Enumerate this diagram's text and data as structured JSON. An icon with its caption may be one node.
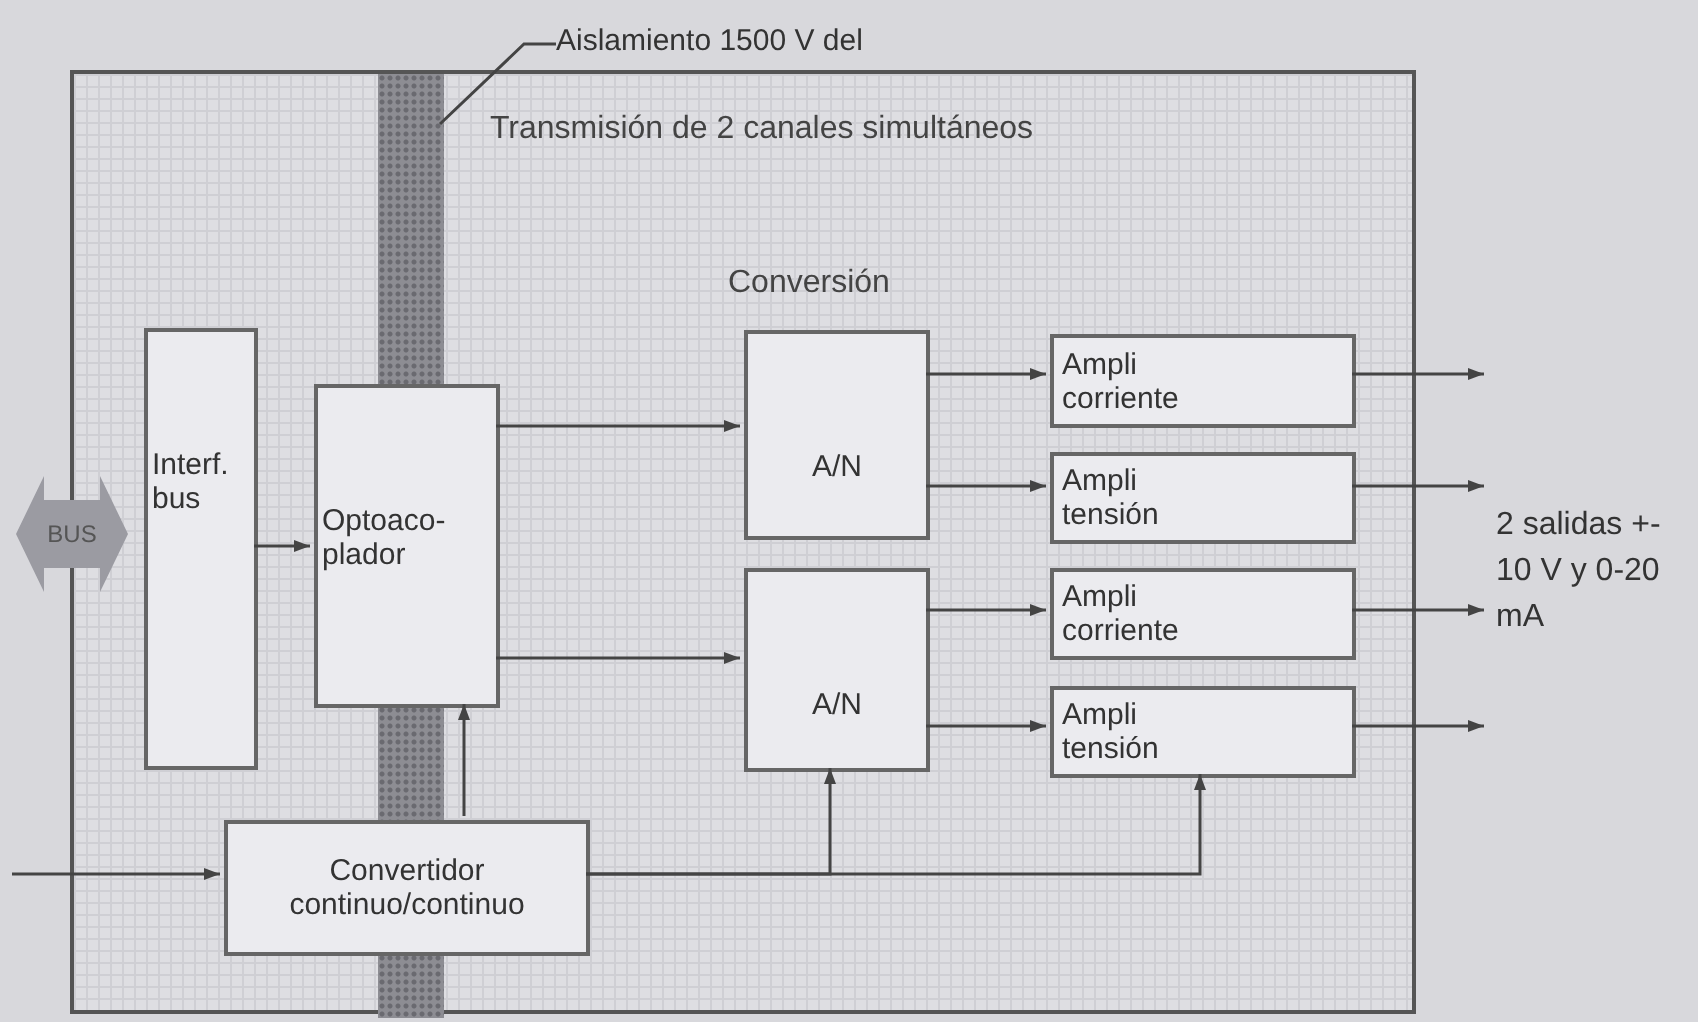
{
  "diagram": {
    "nodes": [
      {
        "text": [
          "Transmisión de 2 canales simultáneos"
        ]
      },
      {
        "text": [
          "BUS"
        ]
      },
      {
        "text": [
          "Interf. bus"
        ],
        "in": 0
      },
      {
        "text": [
          "Optoaco-plador"
        ],
        "in": 0
      },
      {
        "text": [
          "A/N"
        ],
        "in": 0
      },
      {
        "text": [
          "A/N"
        ],
        "in": 0
      },
      {
        "text": [
          "Ampli corriente"
        ],
        "in": 0
      },
      {
        "text": [
          "Ampli tensión"
        ],
        "in": 0
      },
      {
        "text": [
          "Ampli corriente"
        ],
        "in": 0
      },
      {
        "text": [
          "Ampli tensión"
        ],
        "in": 0
      },
      {
        "text": [
          "Convertidor continuo/continuo"
        ],
        "in": 0
      },
      {
        "text": [
          "Aislamiento 1500 V del"
        ]
      },
      {
        "text": [],
        "shape": "bar",
        "in": 0
      },
      {
        "text": [
          "2 salidas +- 10 V y 0-20 mA"
        ]
      }
    ],
    "edges": [
      {
        "from": 11,
        "to": 12,
        "arrow": "none"
      },
      {
        "from": 2,
        "to": 3,
        "arrow": "to"
      },
      {
        "from": 3,
        "to": 4,
        "arrow": "to"
      },
      {
        "from": 3,
        "to": 5,
        "arrow": "to"
      },
      {
        "from": 4,
        "to": 6,
        "arrow": "to"
      },
      {
        "from": 4,
        "to": 7,
        "arrow": "to"
      },
      {
        "from": 5,
        "to": 8,
        "arrow": "to"
      },
      {
        "from": 5,
        "to": 9,
        "arrow": "to"
      },
      {
        "from": 6,
        "to": 13,
        "arrow": "to"
      },
      {
        "from": 7,
        "to": 13,
        "arrow": "to"
      },
      {
        "from": 8,
        "to": 13,
        "arrow": "to"
      },
      {
        "from": 9,
        "to": 13,
        "arrow": "to"
      },
      {
        "from": null,
        "to": 10,
        "arrow": "to"
      },
      {
        "from": 10,
        "to": 3,
        "arrow": "to"
      },
      {
        "from": 10,
        "to": 5,
        "arrow": "to"
      },
      {
        "from": 10,
        "to": 9,
        "arrow": "to"
      }
    ],
    "labels": [
      "Conversión"
    ]
  }
}
